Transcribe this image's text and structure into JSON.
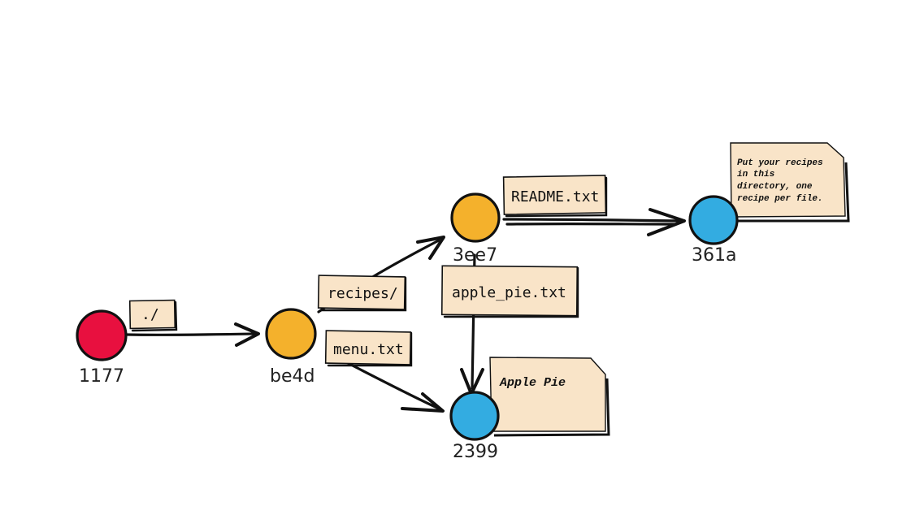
{
  "colors": {
    "commit": "#e8103f",
    "tree": "#f4b12c",
    "blob": "#33ace1",
    "label": "#f9e4c8"
  },
  "nodes": {
    "n1177": {
      "hash": "1177",
      "kind": "commit"
    },
    "be4d": {
      "hash": "be4d",
      "kind": "tree"
    },
    "n3ee7": {
      "hash": "3ee7",
      "kind": "tree"
    },
    "n361a": {
      "hash": "361a",
      "kind": "blob"
    },
    "n2399": {
      "hash": "2399",
      "kind": "blob"
    }
  },
  "edges": {
    "root": {
      "label": "./"
    },
    "recipes": {
      "label": "recipes/"
    },
    "menu": {
      "label": "menu.txt"
    },
    "readme": {
      "label": "README.txt"
    },
    "apple_pie": {
      "label": "apple_pie.txt"
    }
  },
  "notes": {
    "readme_content": {
      "lines": [
        "Put your recipes",
        "in this",
        "directory, one",
        "recipe per file."
      ]
    },
    "apple_pie_content": {
      "lines": [
        "Apple Pie"
      ]
    }
  }
}
